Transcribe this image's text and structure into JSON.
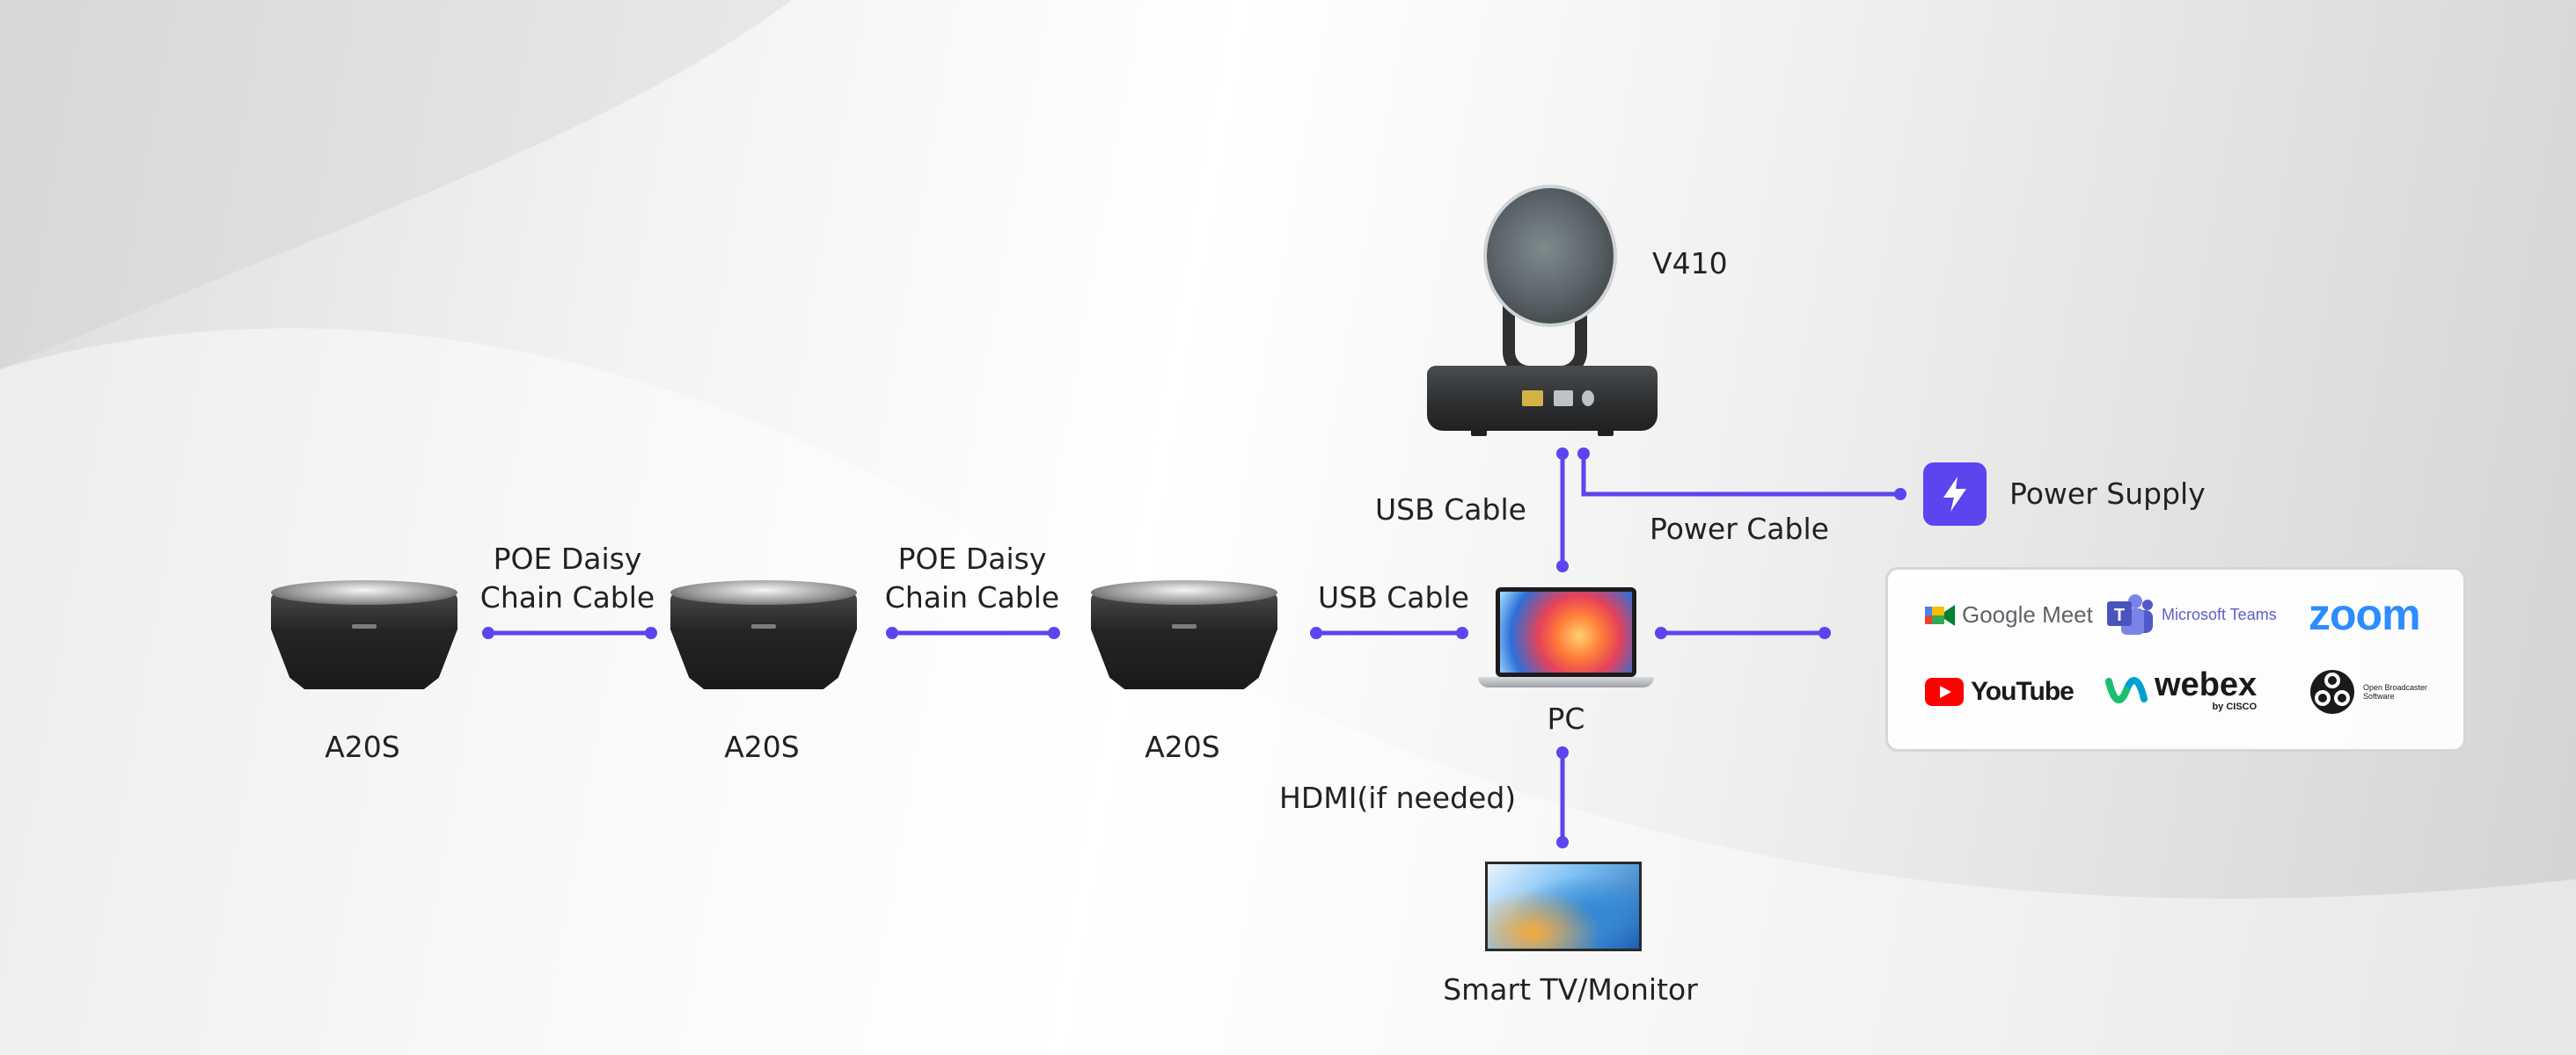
{
  "devices": {
    "camera": "V410",
    "speakers": [
      "A20S",
      "A20S",
      "A20S"
    ],
    "pc": "PC",
    "display": "Smart TV/Monitor",
    "power": "Power Supply"
  },
  "cables": {
    "daisy_1": "POE Daisy\nChain Cable",
    "daisy_2": "POE Daisy\nChain Cable",
    "usb_speaker": "USB Cable",
    "usb_camera": "USB Cable",
    "power": "Power Cable",
    "hdmi": "HDMI(if needed)"
  },
  "platforms": {
    "google_meet": "Google Meet",
    "microsoft_teams": "Microsoft Teams",
    "zoom": "zoom",
    "youtube": "YouTube",
    "webex": "webex",
    "webex_by": "by CISCO",
    "obs": "Open Broadcaster\nSoftware"
  },
  "colors": {
    "wire": "#5b45ee",
    "power_icon": "#5c44ee",
    "zoom": "#2d8cff",
    "youtube": "#ff0000",
    "teams": "#5b5fc7",
    "webex": "#1a1a1a"
  }
}
